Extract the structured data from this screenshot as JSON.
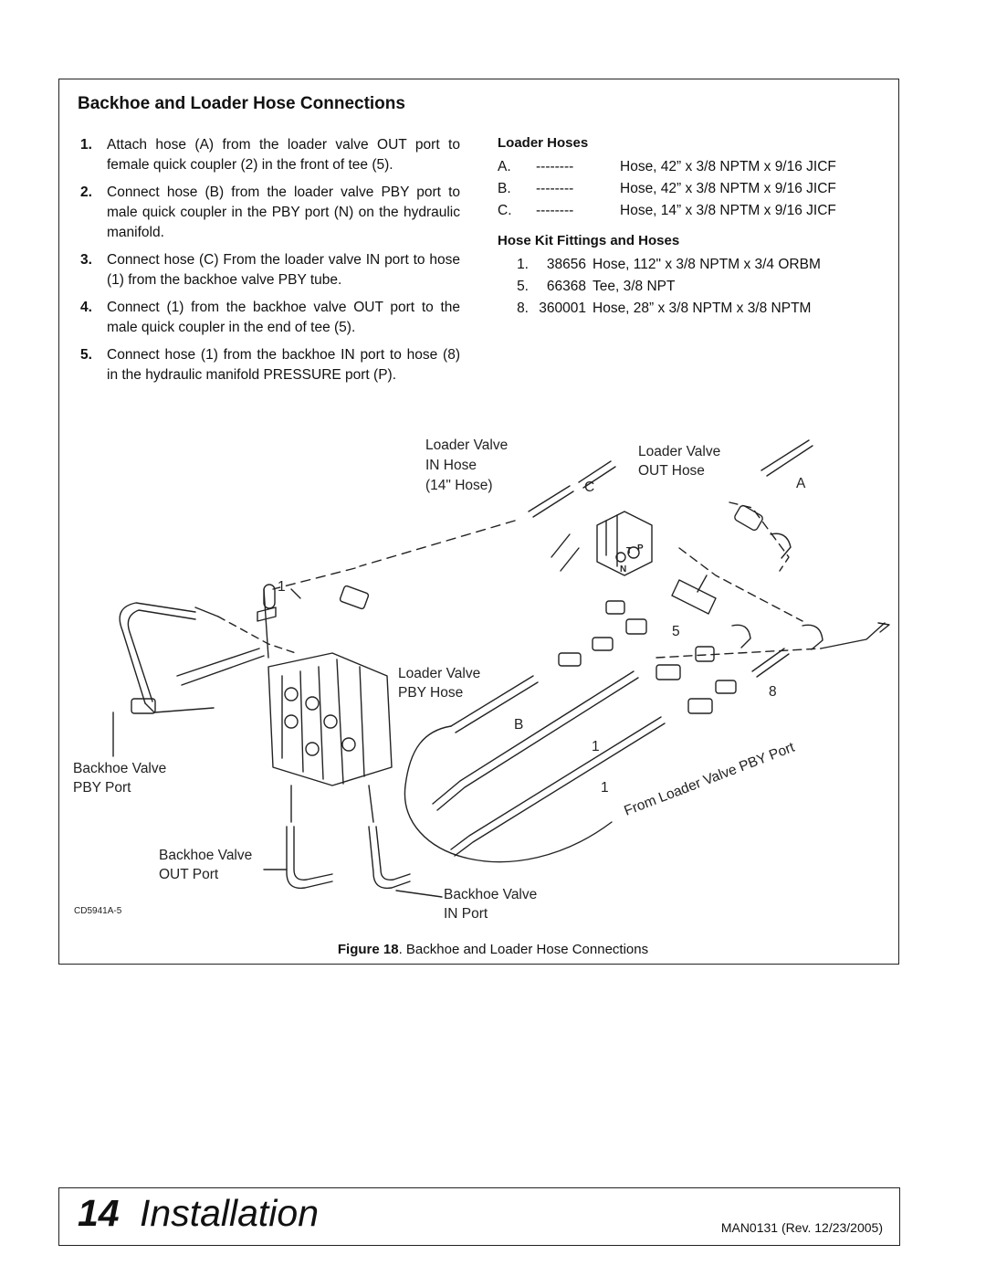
{
  "section": {
    "title": "Backhoe and Loader Hose Connections"
  },
  "steps": [
    {
      "num": "1.",
      "text": "Attach hose (A) from the loader valve OUT port to female quick coupler (2) in the front of tee (5)."
    },
    {
      "num": "2.",
      "text": "Connect hose (B) from the loader valve PBY port to male quick coupler in the PBY port (N) on the hydraulic manifold."
    },
    {
      "num": "3.",
      "text": "Connect hose (C) From the loader valve IN port to hose (1) from the backhoe valve PBY tube."
    },
    {
      "num": "4.",
      "text": "Connect (1) from the backhoe valve OUT port to the male quick coupler in the end of tee (5)."
    },
    {
      "num": "5.",
      "text": "Connect hose (1) from the backhoe IN port to hose (8) in the hydraulic manifold PRESSURE port (P)."
    }
  ],
  "loader_hoses": {
    "heading": "Loader Hoses",
    "rows": [
      {
        "key": "A.",
        "dash": "--------",
        "desc": "Hose, 42” x 3/8 NPTM x 9/16 JICF"
      },
      {
        "key": "B.",
        "dash": "--------",
        "desc": "Hose, 42” x 3/8 NPTM x 9/16 JICF"
      },
      {
        "key": "C.",
        "dash": "--------",
        "desc": "Hose, 14” x 3/8 NPTM x 9/16 JICF"
      }
    ]
  },
  "hose_kit": {
    "heading": "Hose Kit Fittings and Hoses",
    "rows": [
      {
        "key": "1.",
        "part": "38656",
        "desc": "Hose, 112\" x 3/8 NPTM x 3/4 ORBM"
      },
      {
        "key": "5.",
        "part": "66368",
        "desc": "Tee, 3/8 NPT"
      },
      {
        "key": "8.",
        "part": "360001",
        "desc": "Hose, 28” x 3/8 NPTM x 3/8 NPTM"
      }
    ]
  },
  "figure": {
    "labels": {
      "in_hose_1": "Loader Valve",
      "in_hose_2": "IN Hose",
      "in_hose_3": "(14\" Hose)",
      "out_hose_1": "Loader Valve",
      "out_hose_2": "OUT Hose",
      "pby_hose_1": "Loader Valve",
      "pby_hose_2": "PBY Hose",
      "bh_pby_1": "Backhoe Valve",
      "bh_pby_2": "PBY Port",
      "bh_out_1": "Backhoe Valve",
      "bh_out_2": "OUT Port",
      "bh_in_1": "Backhoe Valve",
      "bh_in_2": "IN Port",
      "from_loader": "From Loader Valve PBY Port",
      "code": "CD5941A-5",
      "c_A": "A",
      "c_B": "B",
      "c_C": "C",
      "c_1a": "1",
      "c_1b": "1",
      "c_1c": "1",
      "c_5": "5",
      "c_8": "8",
      "c_T": "T",
      "c_P": "P",
      "c_N": "N"
    },
    "caption_label": "Figure 18",
    "caption_text": ". Backhoe and Loader Hose Connections"
  },
  "footer": {
    "page_number": "14",
    "section": "Installation",
    "doc_id": "MAN0131 (Rev. 12/23/2005)"
  }
}
